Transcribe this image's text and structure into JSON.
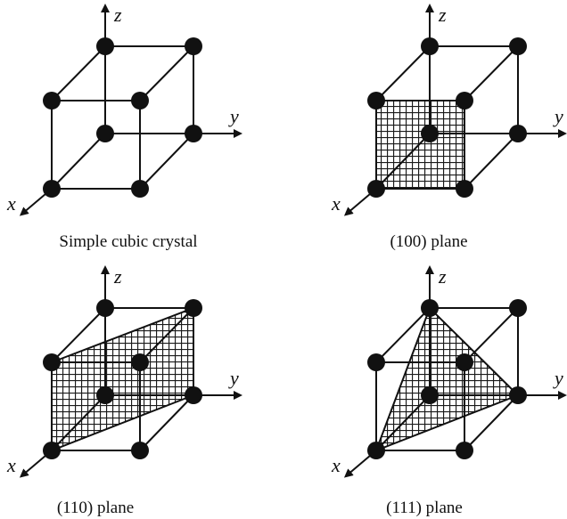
{
  "panels": [
    {
      "caption": "Simple cubic crystal",
      "plane": "none"
    },
    {
      "caption": "(100) plane",
      "plane": "100"
    },
    {
      "caption": "(110) plane",
      "plane": "110"
    },
    {
      "caption": "(111) plane",
      "plane": "111"
    }
  ],
  "axes": {
    "x": "x",
    "y": "y",
    "z": "z"
  },
  "colors": {
    "ink": "#111111",
    "hatch": "#1a1a1a",
    "background": "#ffffff"
  }
}
